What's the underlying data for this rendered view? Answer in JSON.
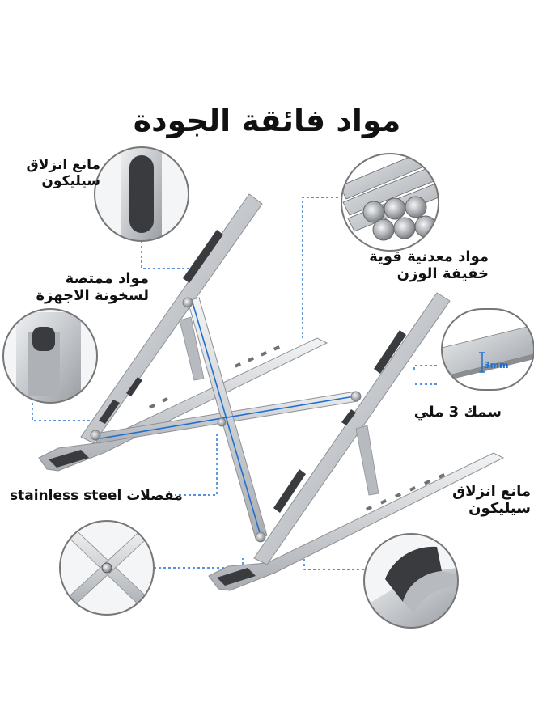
{
  "title": "مواد فائقة الجودة",
  "callouts": {
    "top_left": {
      "line1": "مانع انزلاق",
      "line2": "سيليكون"
    },
    "top_right": {
      "line1": "مواد معدنية قوية",
      "line2": "خفيفة الوزن"
    },
    "middle_left": {
      "line1": "مواد ممتصة",
      "line2": "لسخونة الاجهزة"
    },
    "thickness": {
      "label": "سمك 3 ملي",
      "badge": "3mm"
    },
    "hinge": {
      "label": "stainless steel مفصلات"
    },
    "bottom_right": {
      "line1": "مانع انزلاق",
      "line2": "سيليكون"
    }
  },
  "colors": {
    "accent_blue": "#1f6fd1",
    "aluminum": "#c9ccd0",
    "silicone": "#3a3b3e"
  }
}
